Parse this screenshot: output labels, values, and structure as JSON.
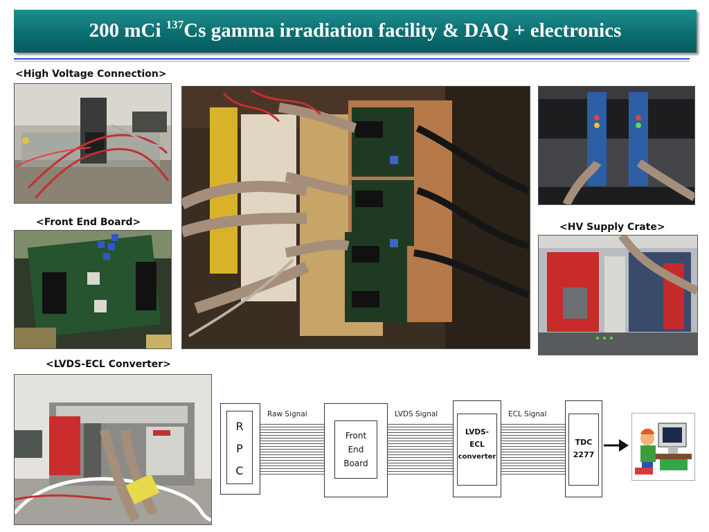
{
  "title": {
    "prefix": "200 mCi ",
    "superscript": "137",
    "rest": "Cs gamma irradiation facility & DAQ + electronics"
  },
  "captions": {
    "hv_connection": "<High Voltage Connection>",
    "front_end_board": "<Front End Board>",
    "hv_supply_crate": "<HV Supply Crate>",
    "lvds_ecl_converter": "<LVDS-ECL Converter>"
  },
  "diagram": {
    "rpc": [
      "R",
      "P",
      "C"
    ],
    "raw_signal": "Raw Signal",
    "front_end_board": [
      "Front",
      "End",
      "Board"
    ],
    "lvds_signal": "LVDS Signal",
    "converter": [
      "LVDS-",
      "ECL",
      "converter"
    ],
    "ecl_signal": "ECL Signal",
    "tdc": [
      "TDC",
      "2277"
    ]
  },
  "colors": {
    "title_bar": "#0c6e70",
    "rule": "#3a49c8"
  }
}
